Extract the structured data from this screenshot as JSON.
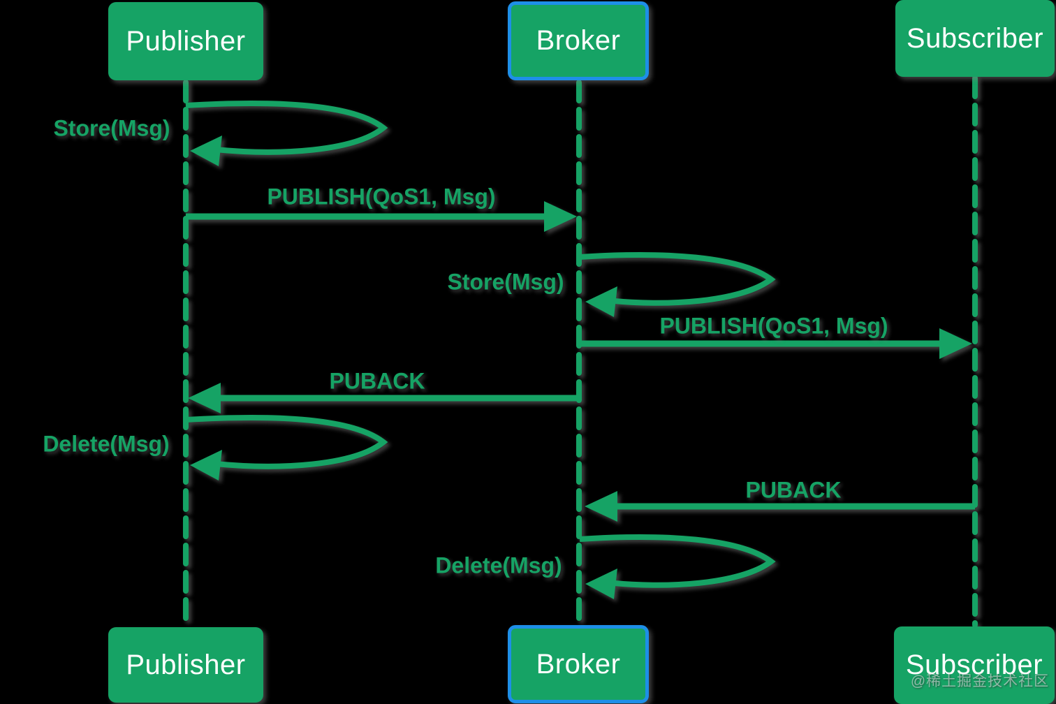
{
  "colors": {
    "green": "#16a365",
    "blue": "#1e8fe8",
    "label_text": "#ffffff",
    "background": "#000000"
  },
  "actors": {
    "publisher": "Publisher",
    "broker": "Broker",
    "subscriber": "Subscriber"
  },
  "messages": {
    "publisher_store": "Store(Msg)",
    "publish_to_broker": "PUBLISH(QoS1, Msg)",
    "broker_store": "Store(Msg)",
    "publish_to_subscriber": "PUBLISH(QoS1, Msg)",
    "puback_to_publisher": "PUBACK",
    "publisher_delete": "Delete(Msg)",
    "puback_to_broker": "PUBACK",
    "broker_delete": "Delete(Msg)"
  },
  "watermark": "@稀土掘金技术社区"
}
